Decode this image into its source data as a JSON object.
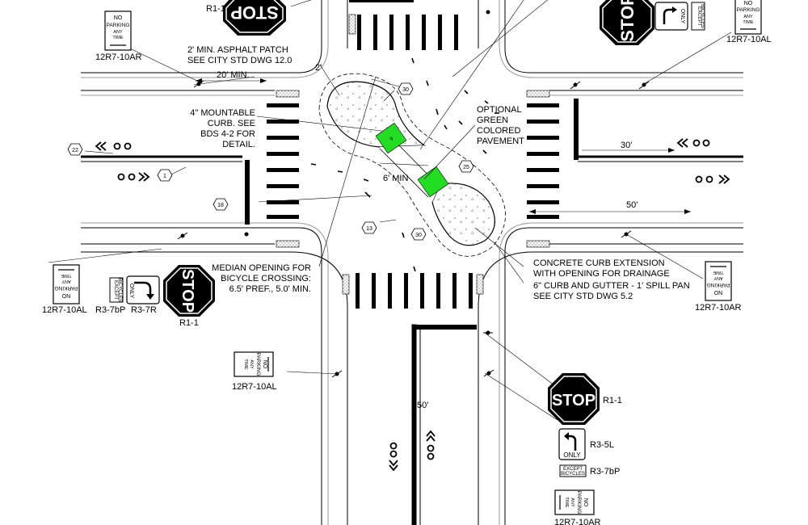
{
  "callouts": {
    "asphalt_patch": [
      "2' MIN. ASPHALT PATCH",
      "SEE CITY STD DWG 12.0"
    ],
    "mountable_curb": [
      "4\" MOUNTABLE",
      "CURB. SEE",
      "BDS 4-2 FOR",
      "DETAIL."
    ],
    "green_pavement": [
      "OPTIONAL",
      "GREEN",
      "COLORED",
      "PAVEMENT"
    ],
    "median_opening": [
      "MEDIAN OPENING FOR",
      "BICYCLE CROSSING:",
      "6.5' PREF., 5.0' MIN."
    ],
    "curb_extension": [
      "CONCRETE CURB EXTENSION",
      "WITH OPENING FOR DRAINAGE"
    ],
    "curb_gutter": [
      "6\" CURB AND GUTTER - 1' SPILL PAN",
      "SEE CITY STD DWG 5.2"
    ]
  },
  "dimensions": {
    "two_ft": "2'",
    "twenty_min": "20' MIN.",
    "thirty": "30'",
    "fifty_right": "50'",
    "six_min": "6' MIN",
    "fifty_bottom": "50'"
  },
  "bubbles": {
    "b30_top": "30",
    "b30_bottom": "30",
    "b25": "25",
    "b22": "22",
    "b1": "1",
    "b18": "18",
    "b13": "13"
  },
  "sign_codes": {
    "r1_1_top": "R1-1",
    "r1_1_left": "R1-1",
    "r1_1_right": "R1-1",
    "r3_7bp_left": "R3-7bP",
    "r3_7r": "R3-7R",
    "r3_5l": "R3-5L",
    "r3_7bp_right": "R3-7bP",
    "p_12r7_10ar_tl": "12R7-10AR",
    "p_12r7_10al_tr": "12R7-10AL",
    "p_12r7_10al_l": "12R7-10AL",
    "p_12r7_10ar_r": "12R7-10AR",
    "p_12r7_10al_c": "12R7-10AL",
    "p_12r7_10ar_b": "12R7-10AR"
  },
  "sign_text": {
    "stop": "STOP",
    "only": "ONLY",
    "except": "EXCEPT",
    "bicycles": "BICYCLES",
    "no": "NO",
    "parking": "PARKING",
    "any": "ANY",
    "time": "TIME"
  },
  "colors": {
    "green_pavement": "#22dd22",
    "stop_octagon": "#000000",
    "line": "#000000"
  }
}
